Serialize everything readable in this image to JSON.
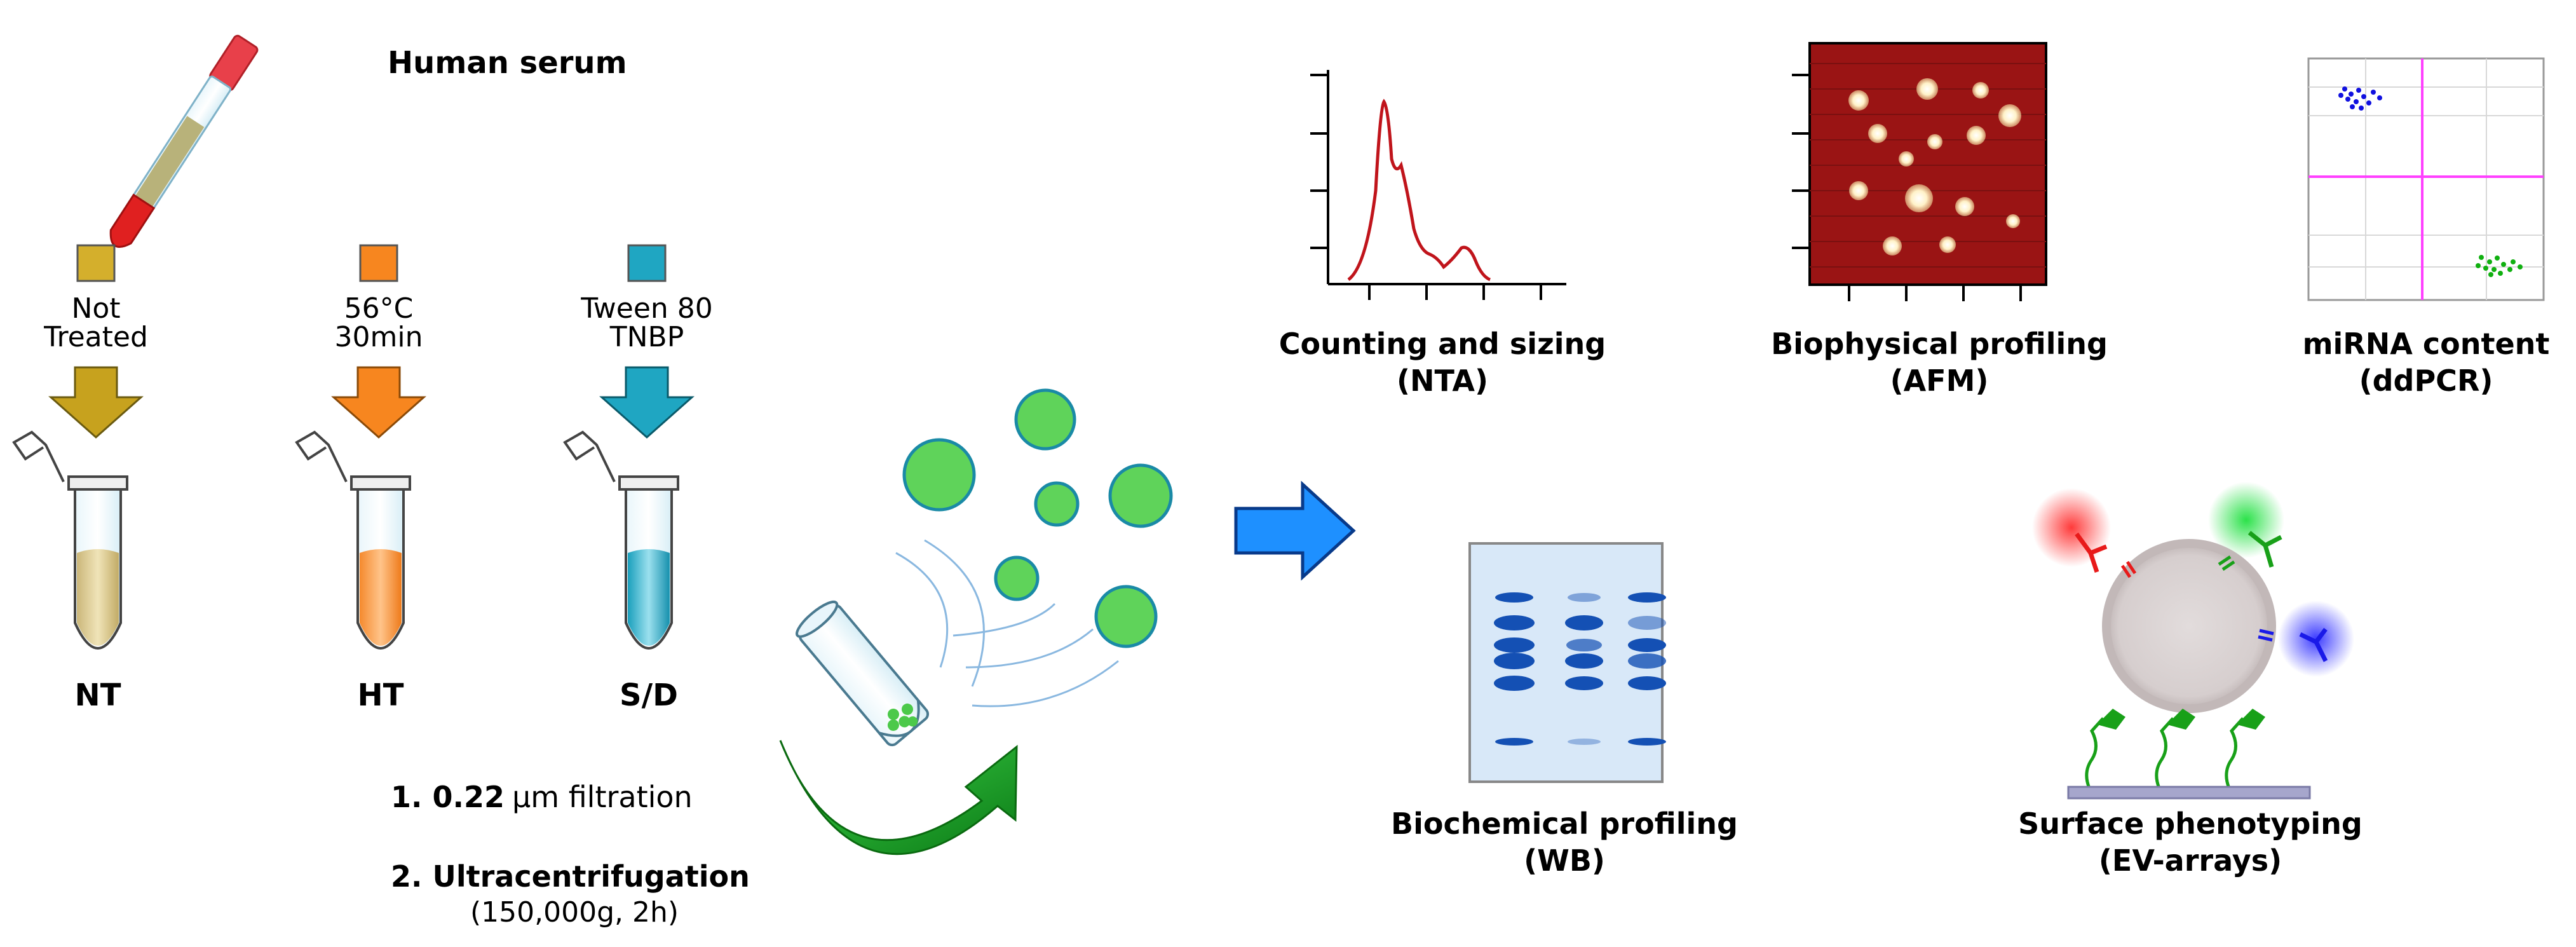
{
  "sample": {
    "source_label": "Human serum"
  },
  "treatments": [
    {
      "line1": "Not",
      "line2": "Treated",
      "abbr": "NT",
      "color": "#d4af2c"
    },
    {
      "line1": "56°C",
      "line2": "30min",
      "abbr": "HT",
      "color": "#f7861f"
    },
    {
      "line1": "Tween 80",
      "line2": "TNBP",
      "abbr": "S/D",
      "color": "#1fa6c2"
    }
  ],
  "isolation": {
    "step1": "1. 0.22",
    "step1_unit": "μm filtration",
    "step2": "2. Ultracentrifugation",
    "step2_detail": "(150,000g, 2h)"
  },
  "analyses": [
    {
      "title": "Counting and sizing",
      "method": "(NTA)"
    },
    {
      "title": "Biophysical profiling",
      "method": "(AFM)"
    },
    {
      "title": "miRNA content",
      "method": "(ddPCR)"
    },
    {
      "title": "Biochemical profiling",
      "method": "(WB)"
    },
    {
      "title": "Surface phenotyping",
      "method": "(EV-arrays)"
    }
  ],
  "colors": {
    "arrow_blue": "#1e90ff",
    "ev_green": "#5fd35a",
    "afm_bg": "#9a1414",
    "nta_line": "#c0141b",
    "ddpcr_pos_low": "#1010e0",
    "ddpcr_pos_high": "#10b010",
    "ddpcr_grid": "#ff40ff",
    "wb_band": "#1450b4"
  }
}
